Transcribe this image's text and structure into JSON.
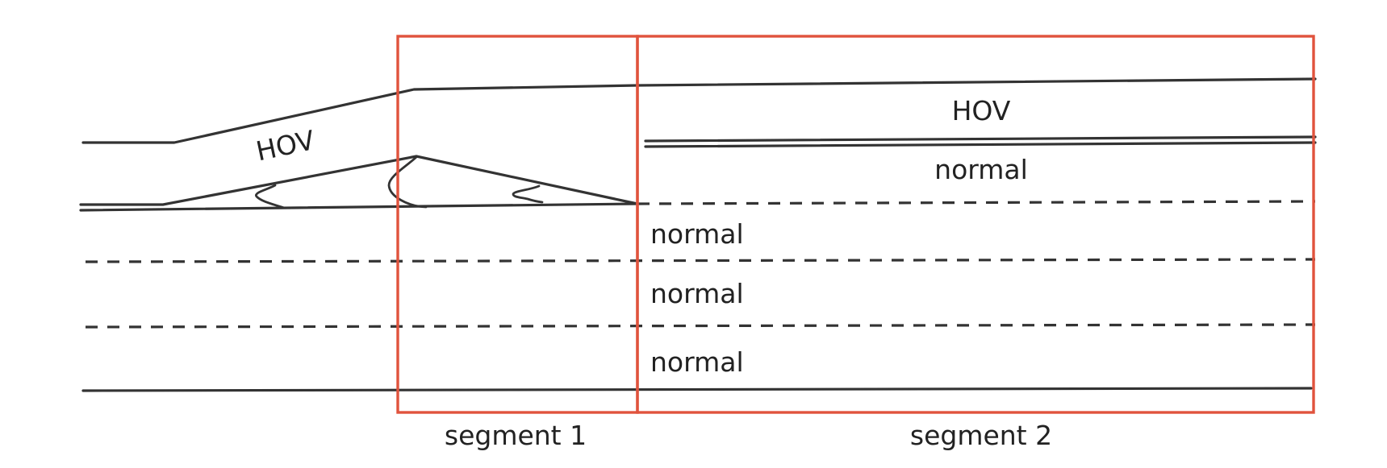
{
  "colors": {
    "line": "#333333",
    "segment_box": "#e0533d",
    "text": "#222222",
    "background": "#ffffff"
  },
  "diagram": {
    "ramp_label": "HOV",
    "lanes": {
      "hov_label": "HOV",
      "normal_1_label": "normal",
      "normal_2_label": "normal",
      "normal_3_label": "normal",
      "normal_4_label": "normal"
    },
    "segments": [
      {
        "label": "segment 1"
      },
      {
        "label": "segment 2"
      }
    ]
  }
}
